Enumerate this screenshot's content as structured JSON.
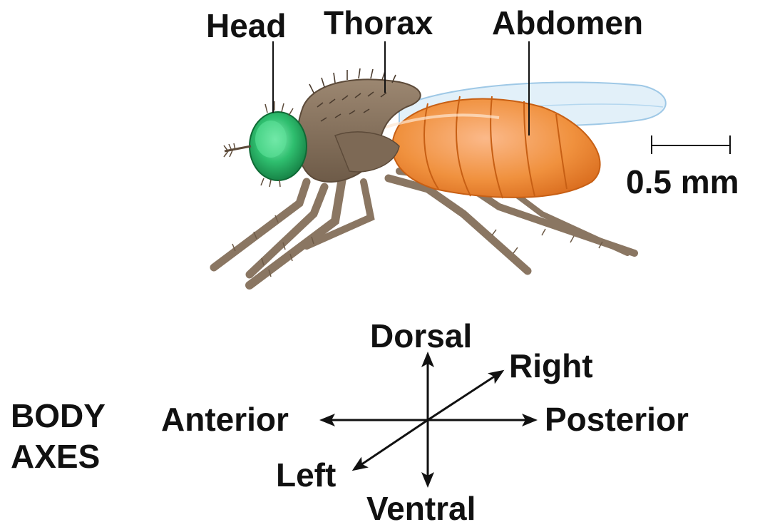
{
  "labels": {
    "head": "Head",
    "thorax": "Thorax",
    "abdomen": "Abdomen",
    "scale_bar": "0.5 mm"
  },
  "axes": {
    "title_line1": "BODY",
    "title_line2": "AXES",
    "dorsal": "Dorsal",
    "ventral": "Ventral",
    "anterior": "Anterior",
    "posterior": "Posterior",
    "right": "Right",
    "left": "Left"
  },
  "colors": {
    "head": "#1fa35a",
    "thorax": "#8a7662",
    "abdomen": "#f0913e",
    "wing": "#cfe6f5",
    "text": "#111111"
  }
}
